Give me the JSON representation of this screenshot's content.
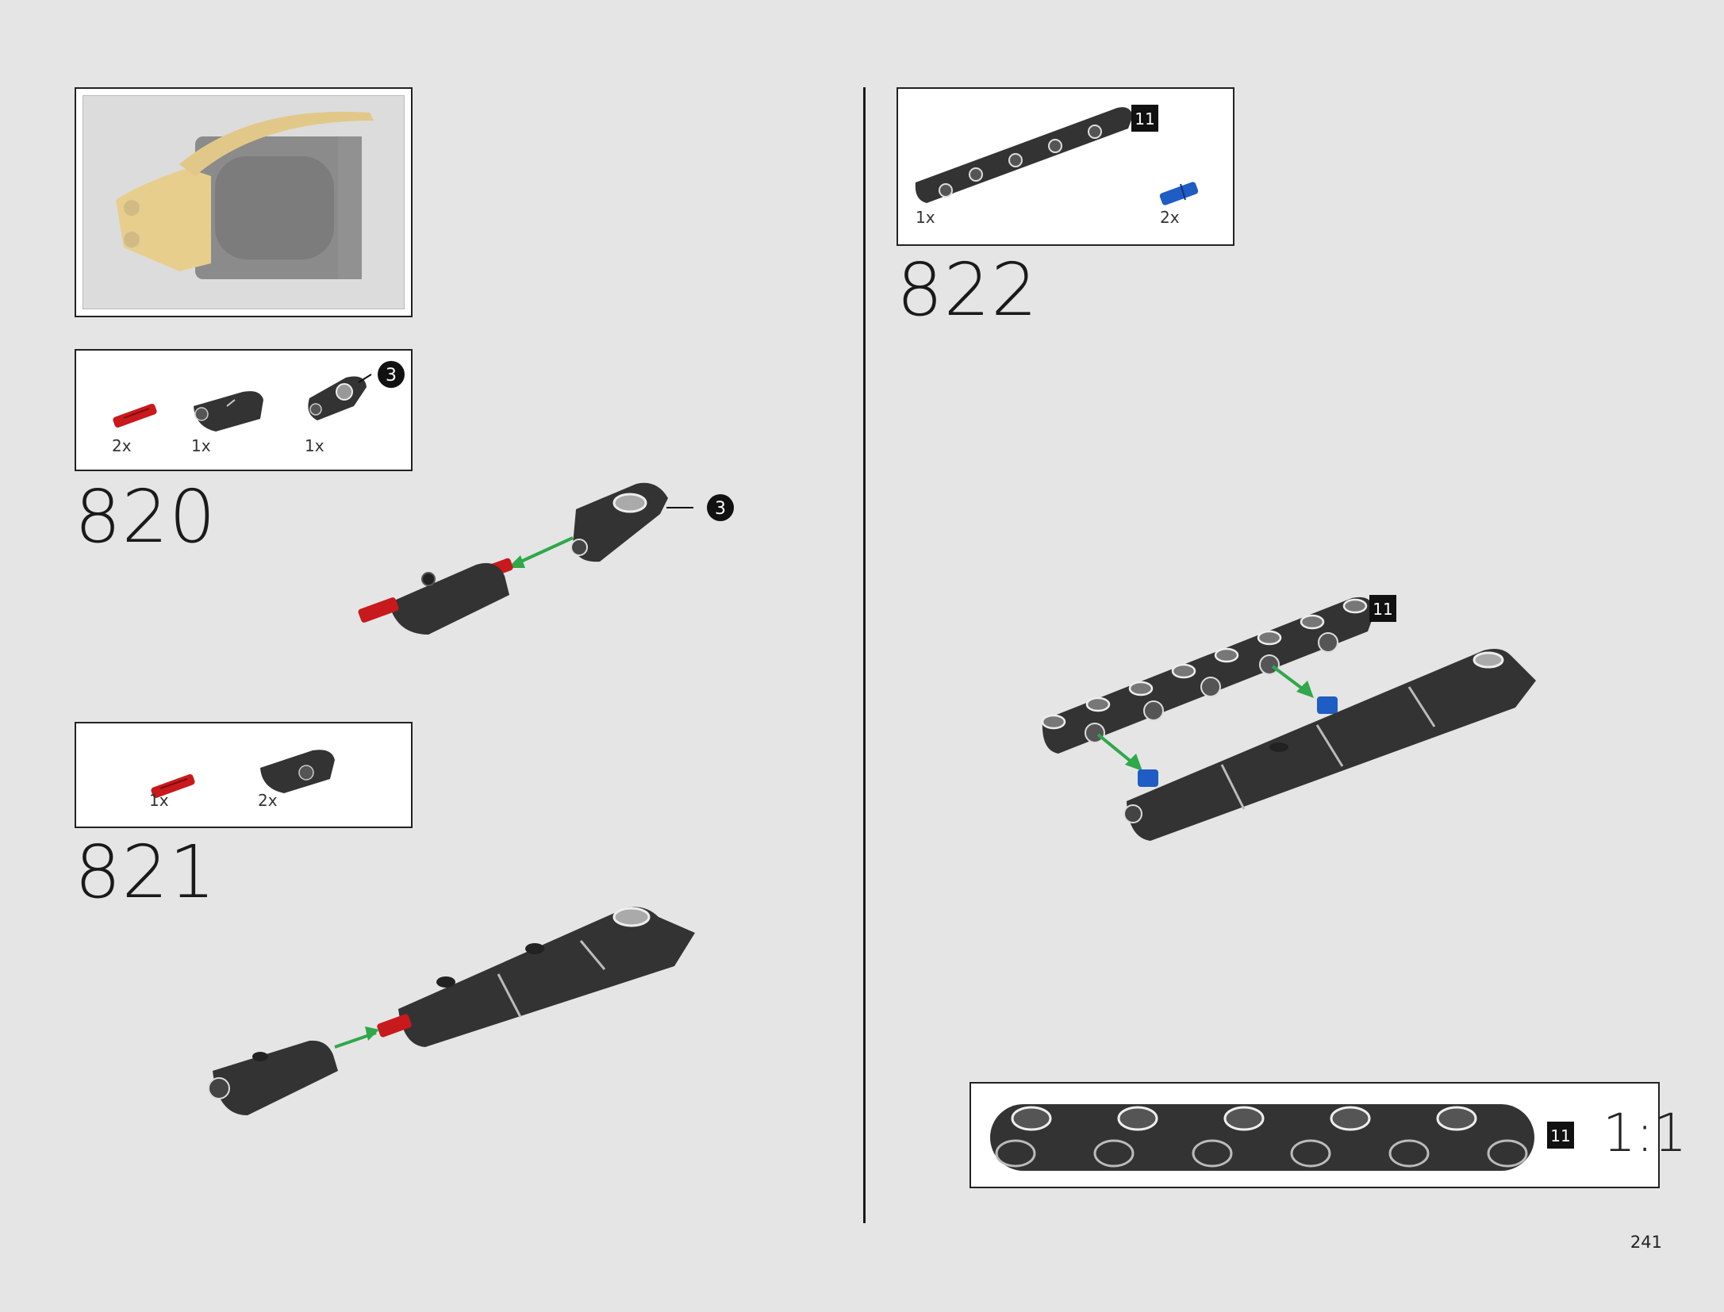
{
  "steps": [
    {
      "number": "820",
      "parts": [
        {
          "name": "red-axle-pin",
          "qty": "2x"
        },
        {
          "name": "black-curved-panel",
          "qty": "1x"
        },
        {
          "name": "black-panel-connector",
          "qty": "1x",
          "badge": "3"
        }
      ],
      "assembly_badge": "3"
    },
    {
      "number": "821",
      "parts": [
        {
          "name": "red-axle-pin",
          "qty": "1x"
        },
        {
          "name": "black-curved-panel",
          "qty": "2x"
        }
      ]
    },
    {
      "number": "822",
      "parts": [
        {
          "name": "black-beam-11",
          "qty": "1x",
          "badge": "11"
        },
        {
          "name": "blue-axle-pin",
          "qty": "2x"
        }
      ],
      "assembly_badge": "11"
    }
  ],
  "scale_reference": {
    "badge": "11",
    "label": "1:1"
  },
  "page_number": "241",
  "colors": {
    "background": "#e5e5e5",
    "part_black": "#333333",
    "part_red": "#c8191c",
    "part_blue": "#1f5cc4",
    "arrow_green": "#2fa84a",
    "model_yellow": "#f2c44e"
  }
}
